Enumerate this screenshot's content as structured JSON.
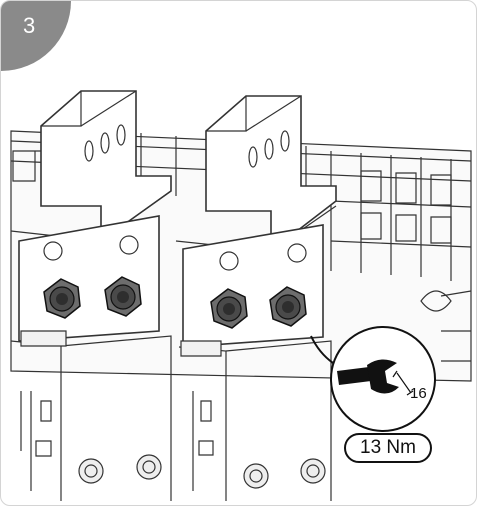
{
  "step": {
    "number": "3"
  },
  "callout": {
    "tool_icon": "wrench-icon",
    "tool_size": "16",
    "torque_value": "13 Nm"
  },
  "colors": {
    "step_badge": "#8a8a8a",
    "nut_dark": "#3f3f3f",
    "nut_mid": "#7a7a7a",
    "line": "#222222"
  }
}
